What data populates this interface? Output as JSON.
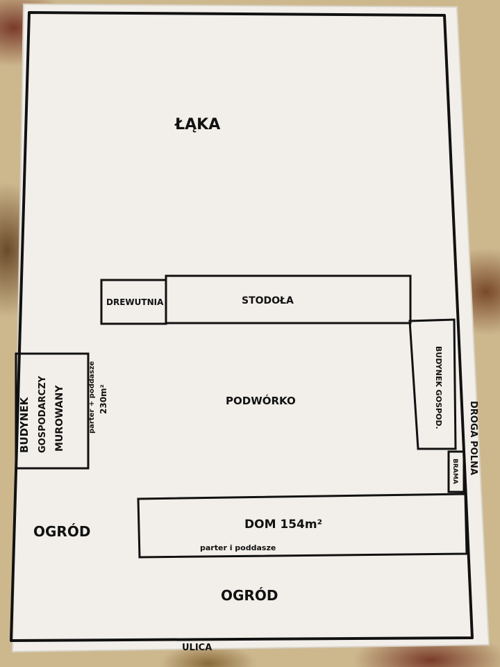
{
  "labels": {
    "laka": "ŁĄKA",
    "drewutnia": "DREWUTNIA",
    "stodola": "STODOŁA",
    "budynek_line1": "BUDYNEK",
    "budynek_line2": "GOSPODARCZY",
    "budynek_line3": "MUROWANY",
    "budynek_size_line1": "parter + poddasze",
    "budynek_size_line2": "230m²",
    "podworko": "PODWÓRKO",
    "budynek_gosp_small": "BUDYNEK GOSPOD.",
    "droga_polna": "DROGA POLNA",
    "brama": "BRAMA",
    "ogrod_left": "OGRÓD",
    "dom": "DOM  154m²",
    "dom_sub": "parter i poddasze",
    "ogrod_bottom": "OGRÓD",
    "ulica": "ULICA"
  },
  "colors": {
    "ink": "#111111",
    "paper": "#f2efea",
    "background": "#cdb88e"
  }
}
